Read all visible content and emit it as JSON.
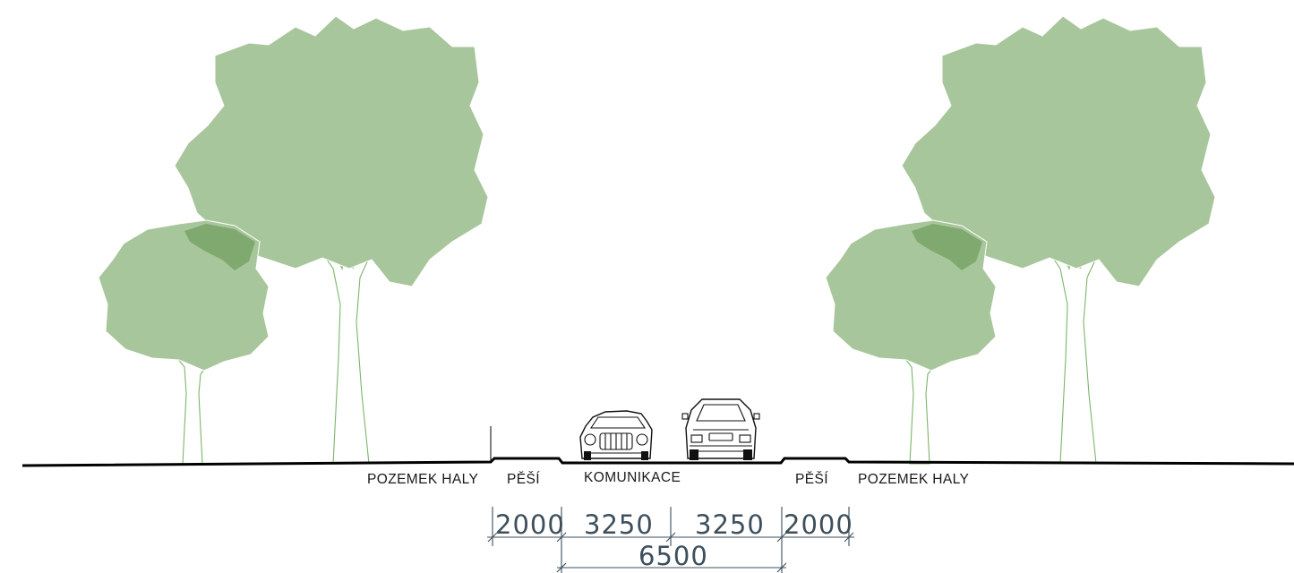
{
  "labels": {
    "left_plot": "POZEMEK HALY",
    "left_sidewalk": "PĚŠÍ",
    "road": "KOMUNIKACE",
    "right_sidewalk": "PĚŠÍ",
    "right_plot": "POZEMEK HALY"
  },
  "dimensions": {
    "left_sidewalk": "2000",
    "left_lane": "3250",
    "right_lane": "3250",
    "right_sidewalk": "2000",
    "road_total": "6500"
  },
  "colors": {
    "canopy": "#a8c69b",
    "canopy_overlap": "#7fa96f",
    "trunk_outline": "#7cb56a",
    "ground": "#000000",
    "dimension": "#3d4f5c"
  },
  "icons": [
    "tree-large",
    "tree-small",
    "car-front",
    "car-rear"
  ]
}
